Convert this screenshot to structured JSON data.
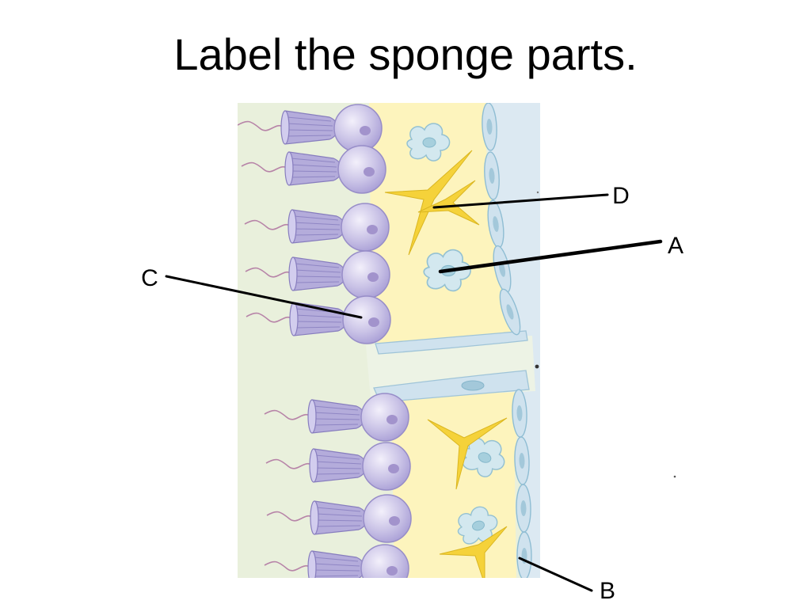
{
  "slide": {
    "title": "Label the sponge parts."
  },
  "diagram": {
    "labels": {
      "a": "A",
      "b": "B",
      "c": "C",
      "d": "D"
    }
  },
  "colors": {
    "background": "#ffffff",
    "text": "#000000",
    "leader_line": "#000000",
    "left_region": "#e9f0dc",
    "pore_region": "#edf3e5",
    "outer_region": "#dce9f2",
    "middle_region": "#fdf4bd",
    "collar_cell_collar": "#b4acdb",
    "collar_cell_nucleus": "#a293cc",
    "flagellum": "#b784a8",
    "spicule": "#f5d23a",
    "blob_cell": "#d3e8ef",
    "blob_cell_nucleus": "#a6cfdd",
    "outer_cell": "#cfe2ee",
    "outer_cell_nucleus": "#a3c8da"
  }
}
